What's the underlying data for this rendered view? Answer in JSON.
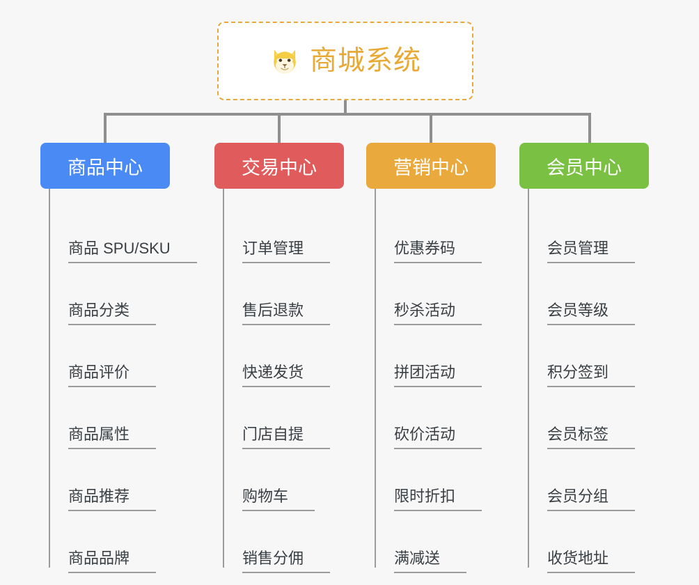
{
  "root": {
    "title": "商城系统",
    "icon": "dog-face-icon",
    "border_color": "#e9a83c",
    "text_color": "#e8a935",
    "background": "#ffffff"
  },
  "canvas": {
    "background": "#f7f7f7",
    "connector_color": "#8f8f8f",
    "rail_color": "#9b9b9b",
    "item_text_color": "#3a3f44"
  },
  "columns": [
    {
      "title": "商品中心",
      "color": "#4a8af4",
      "items": [
        "商品 SPU/SKU",
        "商品分类",
        "商品评价",
        "商品属性",
        "商品推荐",
        "商品品牌"
      ]
    },
    {
      "title": "交易中心",
      "color": "#e05c5c",
      "items": [
        "订单管理",
        "售后退款",
        "快递发货",
        "门店自提",
        "购物车",
        "销售分佣"
      ]
    },
    {
      "title": "营销中心",
      "color": "#e9a93c",
      "items": [
        "优惠券码",
        "秒杀活动",
        "拼团活动",
        "砍价活动",
        "限时折扣",
        "满减送"
      ]
    },
    {
      "title": "会员中心",
      "color": "#7ac143",
      "items": [
        "会员管理",
        "会员等级",
        "积分签到",
        "会员标签",
        "会员分组",
        "收货地址"
      ]
    }
  ]
}
